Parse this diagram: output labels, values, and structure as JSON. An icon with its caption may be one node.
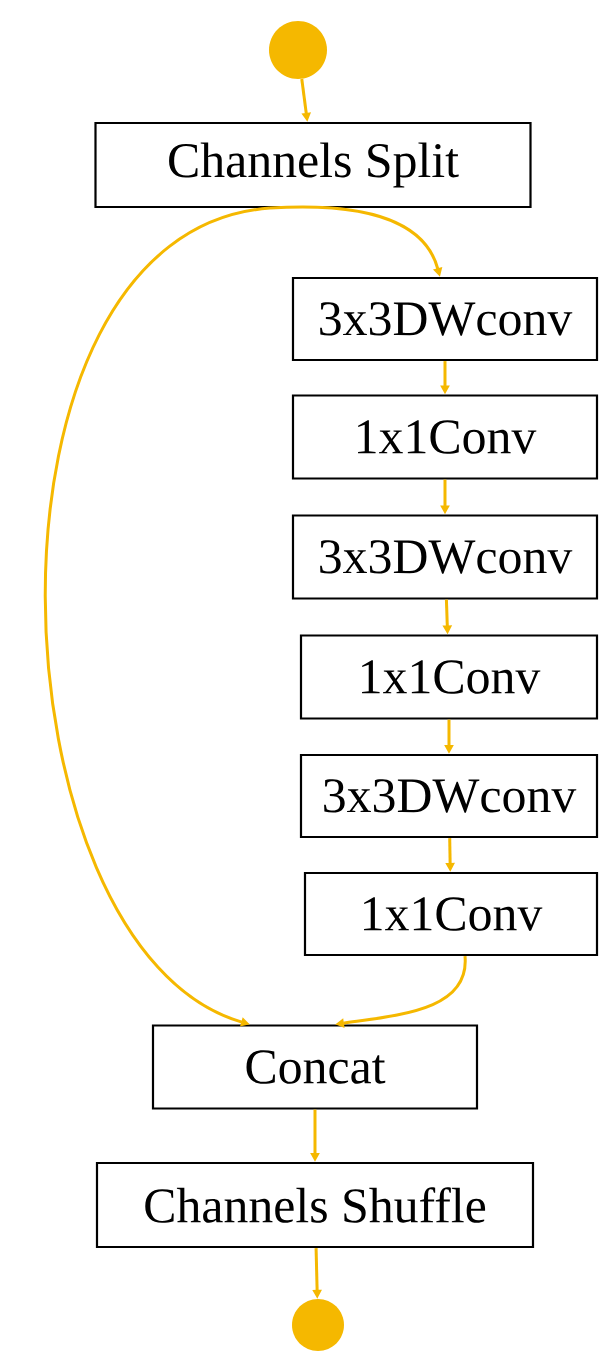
{
  "diagram": {
    "nodes": [
      {
        "text": [],
        "shape": "circle"
      },
      {
        "text": [
          "Channels Split"
        ]
      },
      {
        "text": [
          "3x3DWconv"
        ]
      },
      {
        "text": [
          "1x1Conv"
        ]
      },
      {
        "text": [
          "3x3DWconv"
        ]
      },
      {
        "text": [
          "1x1Conv"
        ]
      },
      {
        "text": [
          "3x3DWconv"
        ]
      },
      {
        "text": [
          "1x1Conv"
        ]
      },
      {
        "text": [
          "Concat"
        ]
      },
      {
        "text": [
          "Channels Shuffle"
        ]
      },
      {
        "text": [],
        "shape": "circle"
      }
    ],
    "edges": [
      {
        "from": 0,
        "to": 1,
        "arrow": "to"
      },
      {
        "from": 1,
        "to": 2,
        "arrow": "to"
      },
      {
        "from": 1,
        "to": 8,
        "arrow": "to"
      },
      {
        "from": 2,
        "to": 3,
        "arrow": "to"
      },
      {
        "from": 3,
        "to": 4,
        "arrow": "to"
      },
      {
        "from": 4,
        "to": 5,
        "arrow": "to"
      },
      {
        "from": 5,
        "to": 6,
        "arrow": "to"
      },
      {
        "from": 6,
        "to": 7,
        "arrow": "to"
      },
      {
        "from": 7,
        "to": 8,
        "arrow": "to"
      },
      {
        "from": 8,
        "to": 9,
        "arrow": "to"
      },
      {
        "from": 9,
        "to": 10,
        "arrow": "to"
      }
    ]
  }
}
